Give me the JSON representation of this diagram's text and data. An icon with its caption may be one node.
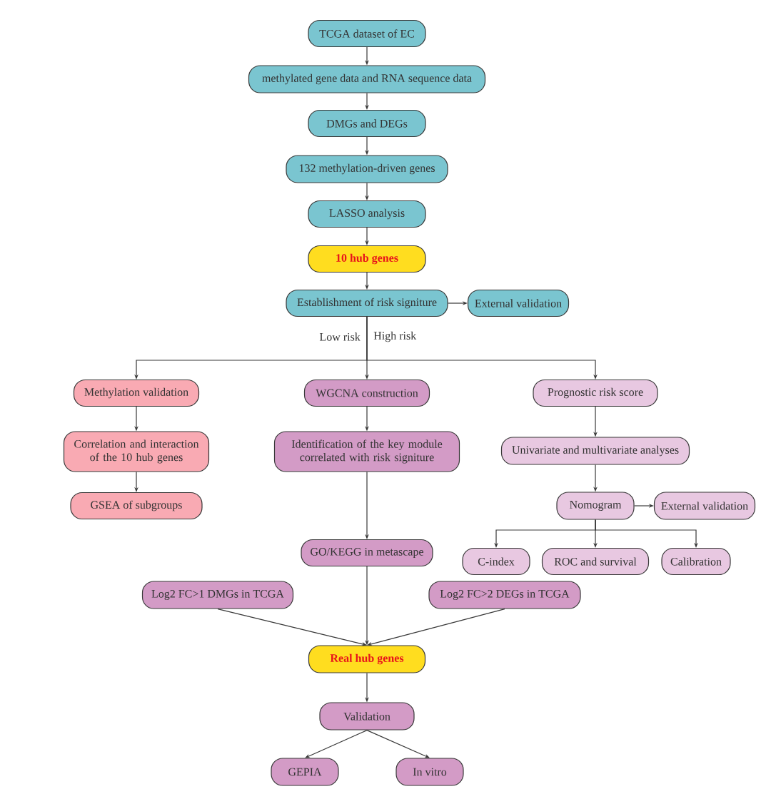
{
  "diagram": {
    "nodes": [
      {
        "text": [
          "TCGA dataset of EC"
        ]
      },
      {
        "text": [
          "methylated gene data and RNA sequence data"
        ]
      },
      {
        "text": [
          "DMGs and DEGs"
        ]
      },
      {
        "text": [
          "132 methylation-driven genes"
        ]
      },
      {
        "text": [
          "LASSO analysis"
        ]
      },
      {
        "text": [
          "10 hub genes"
        ]
      },
      {
        "text": [
          "Establishment of risk signiture"
        ]
      },
      {
        "text": [
          "External validation"
        ]
      },
      {
        "text": [
          "Methylation validation"
        ]
      },
      {
        "text": [
          "WGCNA construction"
        ]
      },
      {
        "text": [
          "Prognostic risk score"
        ]
      },
      {
        "text": [
          "Correlation and interaction of the 10 hub genes"
        ]
      },
      {
        "text": [
          "GSEA of subgroups"
        ]
      },
      {
        "text": [
          "Identification of the key module correlated with risk signiture"
        ]
      },
      {
        "text": [
          "Univariate and multivariate analyses"
        ]
      },
      {
        "text": [
          "Nomogram"
        ]
      },
      {
        "text": [
          "External validation"
        ]
      },
      {
        "text": [
          "C-index"
        ]
      },
      {
        "text": [
          "ROC and survival"
        ]
      },
      {
        "text": [
          "Calibration"
        ]
      },
      {
        "text": [
          "GO/KEGG in metascape"
        ]
      },
      {
        "text": [
          "Log2 FC>1 DMGs in TCGA"
        ]
      },
      {
        "text": [
          "Log2 FC>2 DEGs in TCGA"
        ]
      },
      {
        "text": [
          "Real hub genes"
        ]
      },
      {
        "text": [
          "Validation"
        ]
      },
      {
        "text": [
          "GEPIA"
        ]
      },
      {
        "text": [
          "In vitro"
        ]
      }
    ],
    "edges": [
      {
        "from": 0,
        "to": 1,
        "arrow": "to"
      },
      {
        "from": 1,
        "to": 2,
        "arrow": "to"
      },
      {
        "from": 2,
        "to": 3,
        "arrow": "to"
      },
      {
        "from": 3,
        "to": 4,
        "arrow": "to"
      },
      {
        "from": 4,
        "to": 5,
        "arrow": "to"
      },
      {
        "from": 5,
        "to": 6,
        "arrow": "to"
      },
      {
        "from": 6,
        "to": 7,
        "arrow": "to"
      },
      {
        "from": 6,
        "to": 8,
        "arrow": "to"
      },
      {
        "from": 6,
        "to": 9,
        "arrow": "to"
      },
      {
        "from": 6,
        "to": 10,
        "arrow": "to"
      },
      {
        "from": 8,
        "to": 11,
        "arrow": "to"
      },
      {
        "from": 11,
        "to": 12,
        "arrow": "to"
      },
      {
        "from": 9,
        "to": 13,
        "arrow": "to"
      },
      {
        "from": 13,
        "to": 20,
        "arrow": "to"
      },
      {
        "from": 10,
        "to": 14,
        "arrow": "to"
      },
      {
        "from": 14,
        "to": 15,
        "arrow": "to"
      },
      {
        "from": 15,
        "to": 16,
        "arrow": "to"
      },
      {
        "from": 15,
        "to": 17,
        "arrow": "to"
      },
      {
        "from": 15,
        "to": 18,
        "arrow": "to"
      },
      {
        "from": 15,
        "to": 19,
        "arrow": "to"
      },
      {
        "from": 20,
        "to": 23,
        "arrow": "to"
      },
      {
        "from": 21,
        "to": 23,
        "arrow": "to"
      },
      {
        "from": 22,
        "to": 23,
        "arrow": "to"
      },
      {
        "from": 23,
        "to": 24,
        "arrow": "to"
      },
      {
        "from": 24,
        "to": 25,
        "arrow": "to"
      },
      {
        "from": 24,
        "to": 26,
        "arrow": "to"
      }
    ],
    "labels": [
      "Low risk",
      "High risk"
    ]
  }
}
